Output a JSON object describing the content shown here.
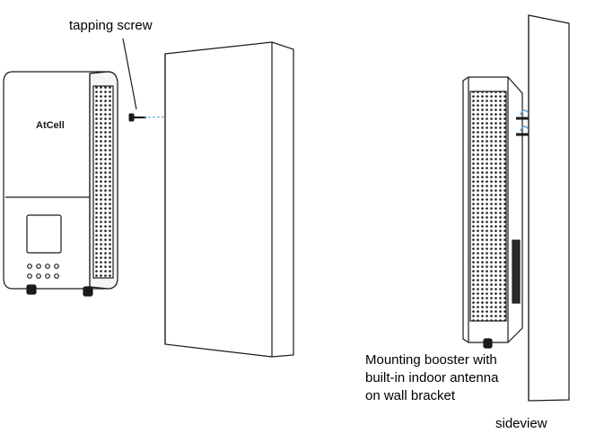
{
  "labels": {
    "screw": "tapping screw",
    "caption_line1": "Mounting booster with",
    "caption_line2": "built-in indoor antenna",
    "caption_line3": "on wall bracket",
    "sideview": "sideview"
  },
  "device": {
    "logo_text": "AtCell"
  },
  "colors": {
    "line": "#1a1a1a",
    "guide": "#5aa7d6"
  }
}
